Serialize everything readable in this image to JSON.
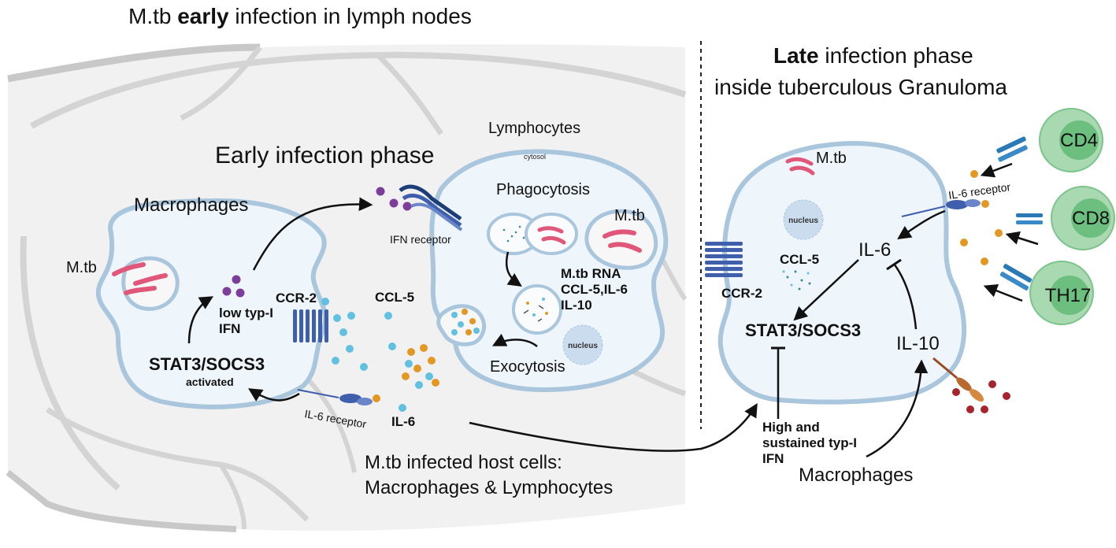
{
  "titles": {
    "early_prefix": "M.tb ",
    "early_bold": "early",
    "early_suffix": " infection in lymph nodes",
    "late_bold": "Late",
    "late_line1_rest": " infection phase",
    "late_line2": "inside tuberculous Granuloma"
  },
  "early": {
    "phase_title": "Early infection phase",
    "macrophages": "Macrophages",
    "mtb": "M.tb",
    "low_ifn_1": "low typ-I",
    "low_ifn_2": "IFN",
    "ccr2": "CCR-2",
    "stat3": "STAT3/SOCS3",
    "activated": "activated",
    "il6_receptor": "IL-6 receptor",
    "il6": "IL-6",
    "ccl5": "CCL-5",
    "ifn_receptor": "IFN  receptor",
    "lymphocytes": "Lymphocytes",
    "cytosol": "cytosol",
    "phagocytosis": "Phagocytosis",
    "mtb_lymph": "M.tb",
    "rna_1": "M.tb RNA",
    "rna_2": "CCL-5,IL-6",
    "rna_3": "IL-10",
    "nucleus": "nucleus",
    "exocytosis": "Exocytosis",
    "host_cells_1": "M.tb infected host cells:",
    "host_cells_2": "Macrophages & Lymphocytes"
  },
  "late": {
    "mtb": "M.tb",
    "nucleus": "nucleus",
    "ccl5": "CCL-5",
    "ccr2": "CCR-2",
    "il6": "IL-6",
    "il6_receptor": "IL-6 receptor",
    "stat3": "STAT3/SOCS3",
    "il10": "IL-10",
    "high_ifn_1": "High and",
    "high_ifn_2": "sustained typ-I",
    "high_ifn_3": "IFN",
    "macrophages": "Macrophages",
    "cd4": "CD4",
    "cd8": "CD8",
    "th17": "TH17"
  },
  "colors": {
    "cell_fill": "#eef5fb",
    "cell_stroke": "#a9c6dd",
    "lymph_fill": "#f1f1f1",
    "lymph_stroke": "#c8c8c8",
    "mtb": "#e05779",
    "ifn_dot": "#7d3d9a",
    "ccl5_dot": "#62c0e0",
    "il6_dot": "#e39824",
    "receptor": "#3f5eac",
    "tcell_outer": "#a8d9b0",
    "tcell_inner": "#6cbf7f",
    "il10_ligand": "#a8242c"
  }
}
